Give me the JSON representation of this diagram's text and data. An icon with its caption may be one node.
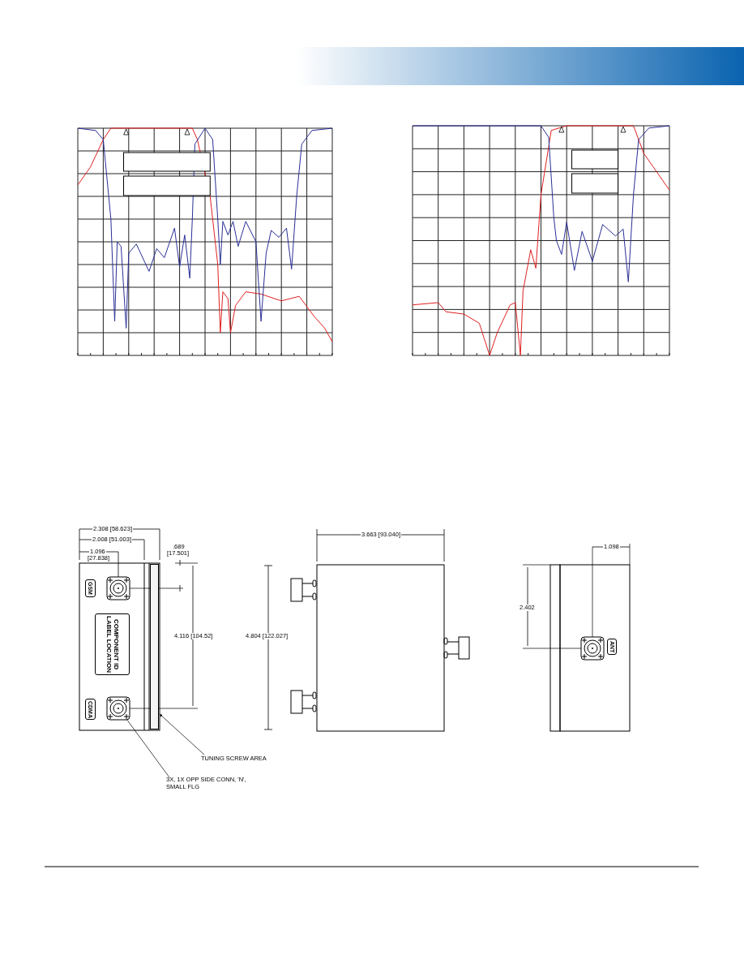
{
  "diagram": {
    "nodes": [
      {
        "text": [
          "GSM"
        ]
      },
      {
        "text": [
          "COMPONENT ID LABEL LOCATION"
        ]
      },
      {
        "text": [
          "CDMA"
        ]
      },
      {
        "text": [
          "ANT"
        ]
      },
      {
        "text": [
          "TUNING SCREW AREA"
        ]
      },
      {
        "text": [],
        "shape": "box"
      },
      {
        "text": [
          "3X, 1X OPP SIDE CONN, 'N', SMALL FLG"
        ]
      },
      {
        "text": [],
        "shape": "picture"
      }
    ],
    "edges": [
      {
        "from": 4,
        "to": 5,
        "arrow": "to"
      },
      {
        "from": 6,
        "to": 7,
        "arrow": "to"
      }
    ],
    "labels": [
      "2.308 [58.623]",
      "2.008 [51.003]",
      "1.096",
      "[27.838]",
      ".689",
      "[17.501]",
      "4.116 [104.52]",
      "3.663 [93.040]",
      "4.804 [122.027]",
      "1.098",
      "2.402"
    ]
  }
}
